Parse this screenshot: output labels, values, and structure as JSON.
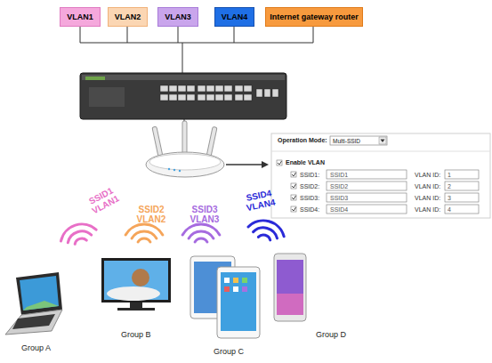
{
  "diagram": {
    "nodes": [
      {
        "text": [
          "VLAN1"
        ]
      },
      {
        "text": [
          "VLAN2"
        ]
      },
      {
        "text": [
          "VLAN3"
        ]
      },
      {
        "text": [
          "VLAN4"
        ]
      },
      {
        "text": [
          "Internet gateway router"
        ]
      }
    ],
    "labels": [
      "Operation Mode:",
      "Multi-SSID",
      "Enable VLAN",
      "SSID1:",
      "SSID1",
      "VLAN ID:",
      "1",
      "SSID2:",
      "SSID2",
      "VLAN ID:",
      "2",
      "SSID3:",
      "SSID3",
      "VLAN ID:",
      "3",
      "SSID4:",
      "SSID4",
      "VLAN ID:",
      "4",
      "SSID1 VLAN1",
      "SSID2 VLAN2",
      "SSID3 VLAN3",
      "SSID4 VLAN4",
      "Group A",
      "Group B",
      "Group C",
      "Group D"
    ]
  }
}
